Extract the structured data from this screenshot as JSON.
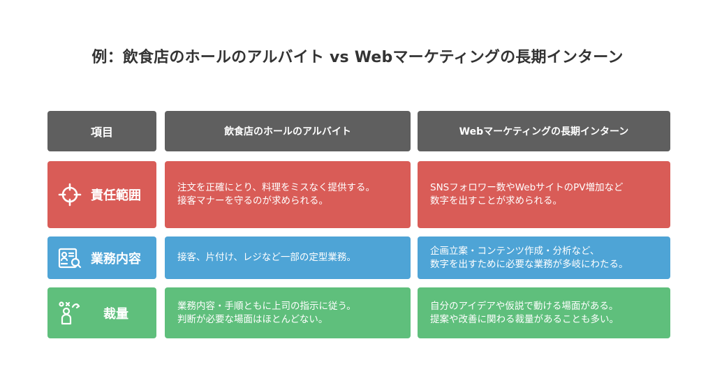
{
  "title": "例：飲食店のホールのアルバイト vs Webマーケティングの長期インターン",
  "headers": [
    "項目",
    "飲食店のホールのアルバイト",
    "Webマーケティングの長期インターン"
  ],
  "rows": [
    {
      "label": "責任範囲",
      "icon": "target-crosshair-icon",
      "color": "#d95c57",
      "cells": [
        "注文を正確にとり、料理をミスなく提供する。\n接客マナーを守るのが求められる。",
        "SNSフォロワー数やWebサイトのPV増加など\n数字を出すことが求められる。"
      ]
    },
    {
      "label": "業務内容",
      "icon": "profile-search-icon",
      "color": "#4ea4d6",
      "cells": [
        "接客、片付け、レジなど一部の定型業務。",
        "企画立案・コンテンツ作成・分析など、\n数字を出すために必要な業務が多岐にわたる。"
      ]
    },
    {
      "label": "裁量",
      "icon": "person-decision-icon",
      "color": "#5fbf7c",
      "cells": [
        "業務内容・手順ともに上司の指示に従う。\n判断が必要な場面はほとんどない。",
        "自分のアイデアや仮説で動ける場面がある。\n提案や改善に関わる裁量があることも多い。"
      ]
    }
  ]
}
